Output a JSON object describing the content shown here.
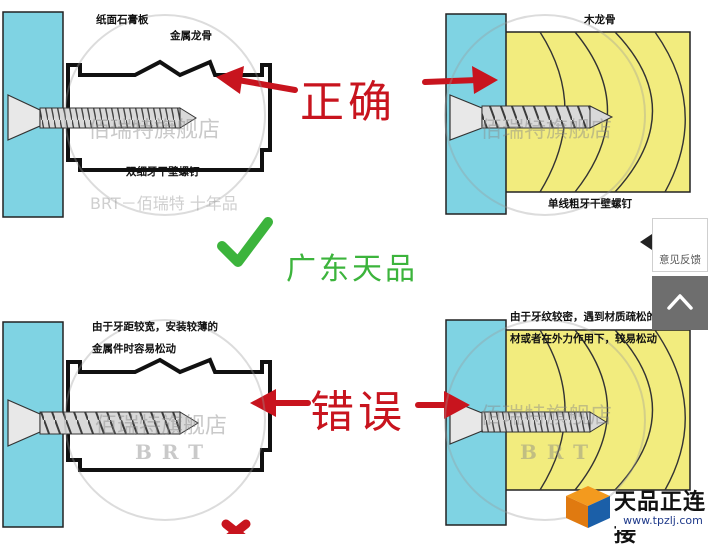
{
  "labels": {
    "drywall": "纸面石膏板",
    "metal_keel": "金属龙骨",
    "wood_keel": "木龙骨",
    "fine_screw": "双细牙干壁螺钉",
    "coarse_screw": "单线粗牙干壁螺钉",
    "correct": "正确",
    "wrong": "错误",
    "center_text": "广东天品",
    "wrong_left_line1": "由于牙距较宽，安装较薄的",
    "wrong_left_line2": "金属件时容易松动",
    "wrong_right_line1": "由于牙纹较密，遇到材质疏松的木",
    "wrong_right_line2": "材或者在外力作用下，较易松动"
  },
  "watermark": {
    "shop": "佰瑞特旗舰店",
    "brand": "BRT",
    "slogan": "BRT－佰瑞特 十年品"
  },
  "sidebar": {
    "feedback_label": "意见反馈"
  },
  "logo": {
    "name": "天品正连接",
    "url": "www.tpzlj.com"
  },
  "colors": {
    "drywall": "#7fd3e3",
    "wood": "#f2ec7e",
    "red": "#c8141e",
    "green": "#3cb43c"
  }
}
